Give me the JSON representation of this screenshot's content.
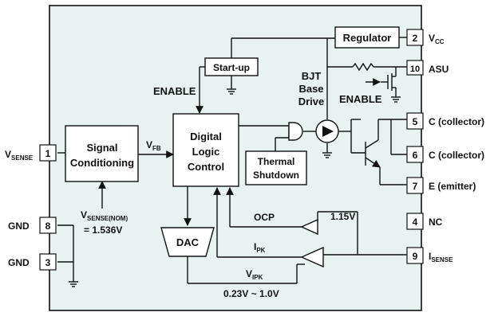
{
  "blocks": {
    "signal_conditioning": [
      "Signal",
      "Conditioning"
    ],
    "digital_logic": [
      "Digital",
      "Logic",
      "Control"
    ],
    "regulator": "Regulator",
    "startup": "Start-up",
    "thermal": [
      "Thermal",
      "Shutdown"
    ],
    "dac": "DAC"
  },
  "labels": {
    "enable_left": "ENABLE",
    "enable_right": "ENABLE",
    "bjt_drive": [
      "BJT",
      "Base",
      "Drive"
    ],
    "vfb": {
      "main": "V",
      "sub": "FB"
    },
    "vsense_nom": {
      "main": "V",
      "sub": "SENSE(NOM)"
    },
    "vsense_nom_value": "= 1.536V",
    "ocp": "OCP",
    "ocp_ref": "1.15V",
    "ipk": {
      "main": "I",
      "sub": "PK"
    },
    "vipk": {
      "main": "V",
      "sub": "IPK"
    },
    "range": "0.23V ~ 1.0V"
  },
  "pins": [
    {
      "num": "1",
      "name": "V",
      "sub": "SENSE"
    },
    {
      "num": "8",
      "name": "GND"
    },
    {
      "num": "3",
      "name": "GND"
    },
    {
      "num": "2",
      "name": "V",
      "sub": "CC"
    },
    {
      "num": "10",
      "name": "ASU"
    },
    {
      "num": "5",
      "name": "C (collector)"
    },
    {
      "num": "6",
      "name": "C (collector)"
    },
    {
      "num": "7",
      "name": "E (emitter)"
    },
    {
      "num": "4",
      "name": "NC"
    },
    {
      "num": "9",
      "name": "I",
      "sub": "SENSE"
    }
  ],
  "colors": {
    "chip_fill": "#e8f3f1",
    "stroke": "#111111"
  }
}
